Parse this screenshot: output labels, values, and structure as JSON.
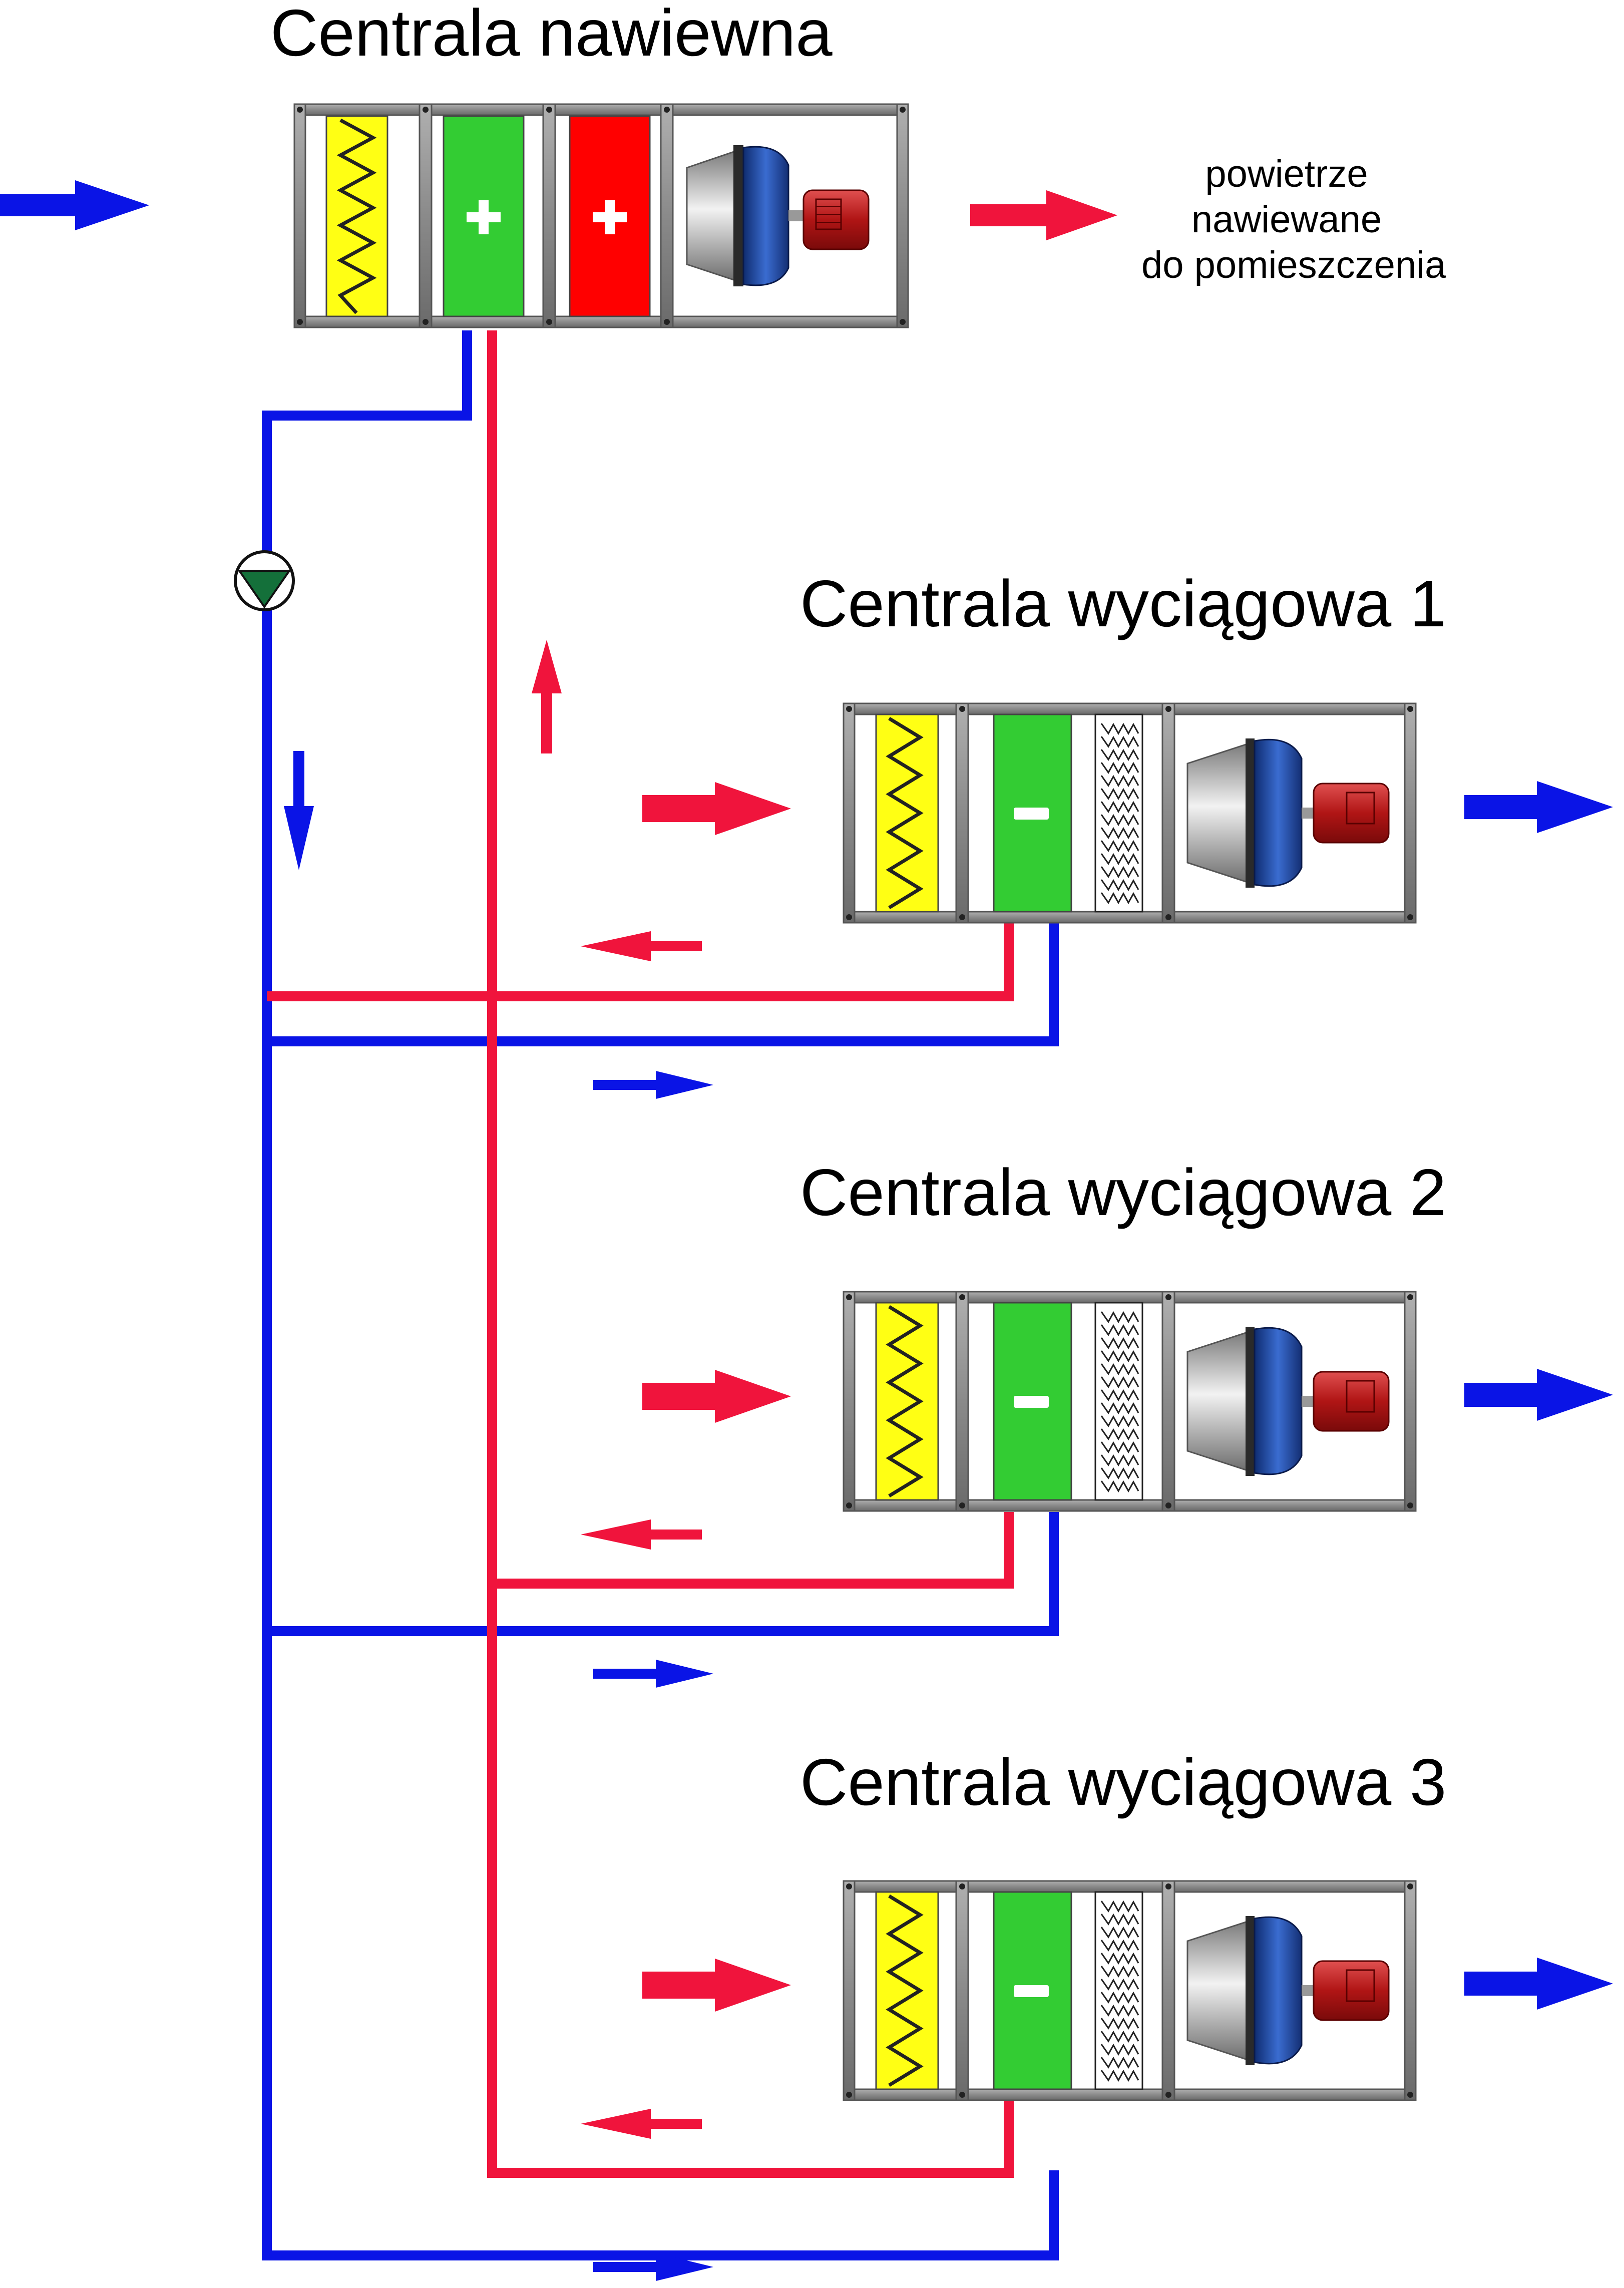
{
  "supply_unit": {
    "title": "Centrala nawiewna",
    "note_lines": [
      "powietrze",
      "nawiewane",
      "do pomieszczenia"
    ]
  },
  "exhaust_units": [
    {
      "title": "Centrala wyciągowa 1"
    },
    {
      "title": "Centrala wyciągowa 2"
    },
    {
      "title": "Centrala wyciągowa 3"
    }
  ],
  "colors": {
    "cold_pipe": "#0a14e6",
    "hot_pipe": "#f0143c",
    "filter": "#ffff14",
    "coil_recovery": "#33cc33",
    "heater": "#ff0000",
    "casing": "#8c8c8c",
    "fan_housing": "#1e4ba8",
    "motor": "#c01e1e"
  },
  "icons": [
    "pump-icon",
    "filter-icon",
    "coil-icon",
    "heater-icon",
    "droplet-eliminator-icon",
    "fan-icon",
    "motor-icon",
    "flow-arrow-icon"
  ]
}
